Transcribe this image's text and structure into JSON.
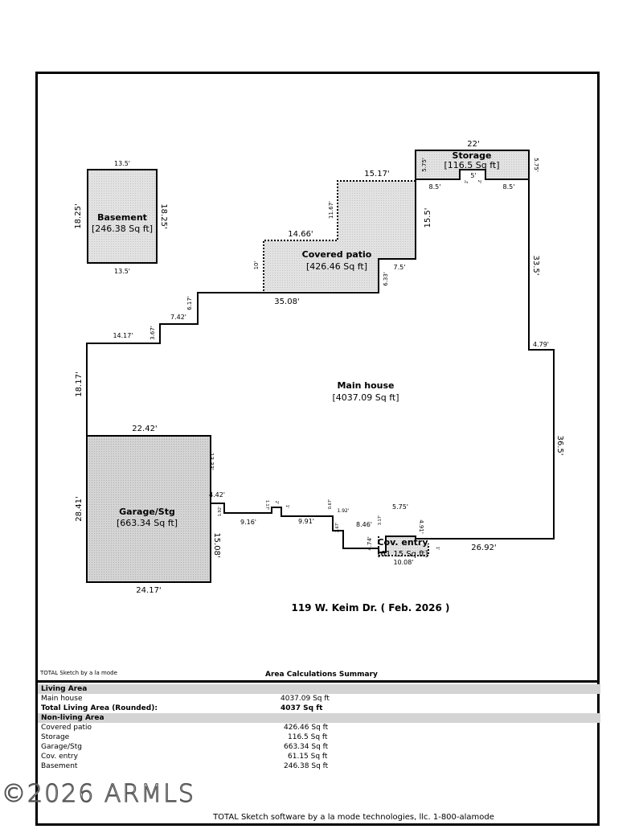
{
  "sketch": {
    "address": "119 W. Keim Dr. ( Feb. 2026 )",
    "rooms": {
      "basement": {
        "name": "Basement",
        "area": "[246.38 Sq ft]"
      },
      "storage": {
        "name": "Storage",
        "area": "[116.5 Sq ft]"
      },
      "covered_patio": {
        "name": "Covered patio",
        "area": "[426.46 Sq ft]"
      },
      "main_house": {
        "name": "Main house",
        "area": "[4037.09 Sq ft]"
      },
      "garage": {
        "name": "Garage/Stg",
        "area": "[663.34 Sq ft]"
      },
      "cov_entry": {
        "name": "Cov. entry",
        "area": "[61.15 Sq ft]"
      }
    },
    "dims": {
      "bs_top": "13.5'",
      "bs_bottom": "13.5'",
      "bs_left": "18.25'",
      "bs_right": "18.25'",
      "st_top": "22'",
      "st_left": "5.75'",
      "st_right": "5.75'",
      "st_mid": "5'",
      "st_a": "8.5'",
      "st_b": "8.5'",
      "st_s1": "2'",
      "st_s2": "2'",
      "cp_top": "15.17'",
      "cp_mid": "14.66'",
      "cp_step": "11.67'",
      "cp_left": "10'",
      "cp_r": "15.5'",
      "cp_b": "7.5'",
      "cp_c": "6.33'",
      "mh_top": "35.08'",
      "mh_s1": "6.17'",
      "mh_s2": "7.42'",
      "mh_s3": "3.67'",
      "mh_s4": "14.17'",
      "mh_left": "18.17'",
      "mh_right1": "33.5'",
      "mh_r2": "4.79'",
      "mh_right2": "36.5'",
      "mh_bottom": "26.92'",
      "gr_top": "22.42'",
      "gr_left": "28.41'",
      "gr_bottom": "24.17'",
      "gr_r1": "13.33'",
      "gr_r2": "4.42'",
      "gr_r3": "15.08'",
      "b_1": "1.92'",
      "b_2": "9.16'",
      "b_3": "1.17'",
      "b_4": "2'",
      "b_5": "1'",
      "b_6": "9.91'",
      "b_7": "0.67'",
      "b_8": "1.92'",
      "b_9": "2.67'",
      "b_10": "8.46'",
      "b_11": "3.17'",
      "b_12": "5.75'",
      "b_13": "4.91'",
      "b_14": "4.74'",
      "b_15": "10.08'",
      "b_16": "1'"
    }
  },
  "summary": {
    "credit": "TOTAL Sketch by a la mode",
    "title": "Area Calculations Summary",
    "living_header": "Living Area",
    "living_rows": [
      {
        "label": "Main house",
        "value": "4037.09 Sq ft"
      }
    ],
    "total_label": "Total Living Area (Rounded):",
    "total_value": "4037 Sq ft",
    "nonliving_header": "Non-living Area",
    "nonliving_rows": [
      {
        "label": "Covered patio",
        "value": "426.46 Sq ft"
      },
      {
        "label": "Storage",
        "value": "116.5 Sq ft"
      },
      {
        "label": "Garage/Stg",
        "value": "663.34 Sq ft"
      },
      {
        "label": "Cov. entry",
        "value": "61.15 Sq ft"
      },
      {
        "label": "Basement",
        "value": "246.38 Sq ft"
      }
    ]
  },
  "footer": "TOTAL Sketch software by a la mode technologies, llc. 1-800-alamode",
  "watermark": "©2026 ARMLS"
}
